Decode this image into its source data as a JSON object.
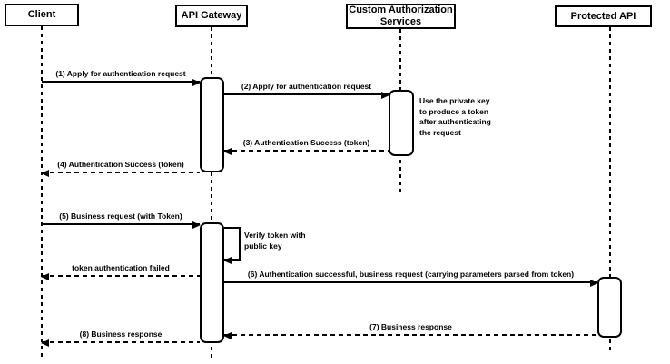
{
  "diagram_type": "uml-sequence-diagram",
  "colors": {
    "stroke": "#000000",
    "background": "#ffffff",
    "text": "#000000"
  },
  "participants": [
    {
      "label": "Client"
    },
    {
      "label": "API Gateway"
    },
    {
      "label": "Custom Authorization Services"
    },
    {
      "label": "Protected API"
    }
  ],
  "messages": [
    {
      "label": "(1) Apply for authentication request",
      "from": "Client",
      "to": "API Gateway",
      "style": "solid"
    },
    {
      "label": "(2) Apply for authentication request",
      "from": "API Gateway",
      "to": "Custom Authorization Services",
      "style": "solid"
    },
    {
      "label": "(3) Authentication Success (token)",
      "from": "Custom Authorization Services",
      "to": "API Gateway",
      "style": "dashed"
    },
    {
      "label": "(4) Authentication Success (token)",
      "from": "API Gateway",
      "to": "Client",
      "style": "dashed"
    },
    {
      "label": "(5) Business request (with Token)",
      "from": "Client",
      "to": "API Gateway",
      "style": "solid"
    },
    {
      "label": "token authentication failed",
      "from": "API Gateway",
      "to": "Client",
      "style": "dashed"
    },
    {
      "label": "(6) Authentication successful, business request (carrying parameters parsed from token)",
      "from": "API Gateway",
      "to": "Protected API",
      "style": "solid"
    },
    {
      "label": "(7) Business response",
      "from": "Protected API",
      "to": "API Gateway",
      "style": "dashed"
    },
    {
      "label": "(8) Business response",
      "from": "API Gateway",
      "to": "Client",
      "style": "dashed"
    }
  ],
  "self_message": {
    "label": "Verify token with public key",
    "on": "API Gateway"
  },
  "note": {
    "text": "Use the private key to produce a token after authenticating the request",
    "near": "Custom Authorization Services"
  }
}
